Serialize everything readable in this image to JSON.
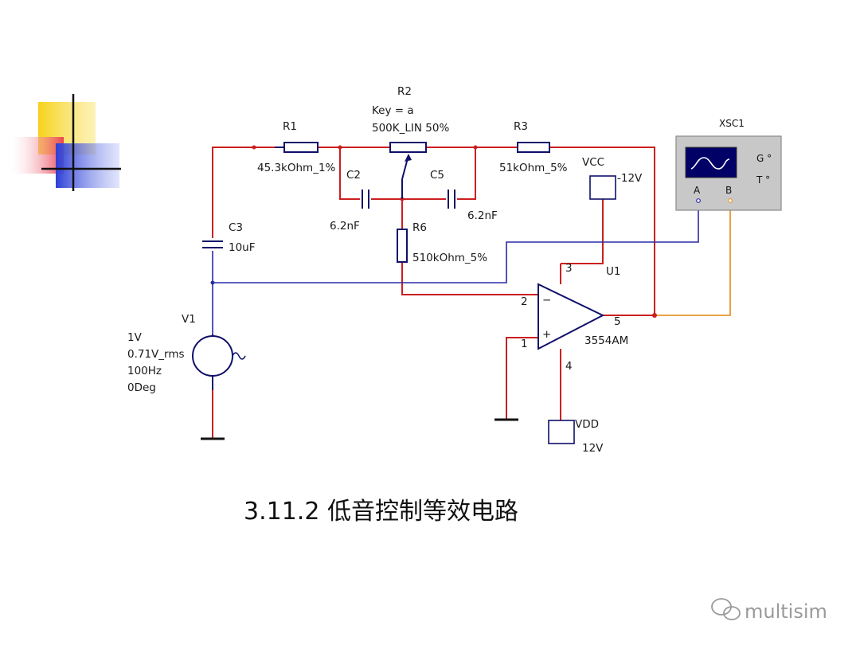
{
  "components": {
    "r1": {
      "name": "R1",
      "value": "45.3kOhm_1%"
    },
    "r2": {
      "name": "R2",
      "key": "Key = a",
      "value": "500K_LIN  50%"
    },
    "r3": {
      "name": "R3",
      "value": "51kOhm_5%"
    },
    "r6": {
      "name": "R6",
      "value": "510kOhm_5%"
    },
    "c2": {
      "name": "C2",
      "value": "6.2nF"
    },
    "c5": {
      "name": "C5",
      "value": "6.2nF"
    },
    "c3": {
      "name": "C3",
      "value": "10uF"
    },
    "v1": {
      "name": "V1",
      "amplitude": "1V",
      "rms": "0.71V_rms",
      "freq": "100Hz",
      "phase": "0Deg"
    },
    "u1": {
      "name": "U1",
      "part": "3554AM",
      "pin2": "2",
      "pin1": "1",
      "pin3": "3",
      "pin4": "4",
      "pin5": "5",
      "minus": "−",
      "plus": "+"
    },
    "vcc": {
      "name": "VCC",
      "value": "-12V"
    },
    "vdd": {
      "name": "VDD",
      "value": "12V"
    },
    "xsc1": {
      "name": "XSC1",
      "g": "G °",
      "t": "T °",
      "a": "A",
      "b": "B"
    }
  },
  "caption": "3.11.2 低音控制等效电路",
  "watermark": "multisim",
  "colors": {
    "wire_red": "#cc1f1f",
    "wire_blue": "#2a2aa8",
    "wire_orange": "#e8962e",
    "deco_yellow": "#f7d21a",
    "deco_red": "#e8334a",
    "deco_blue": "#2d3fd6"
  }
}
